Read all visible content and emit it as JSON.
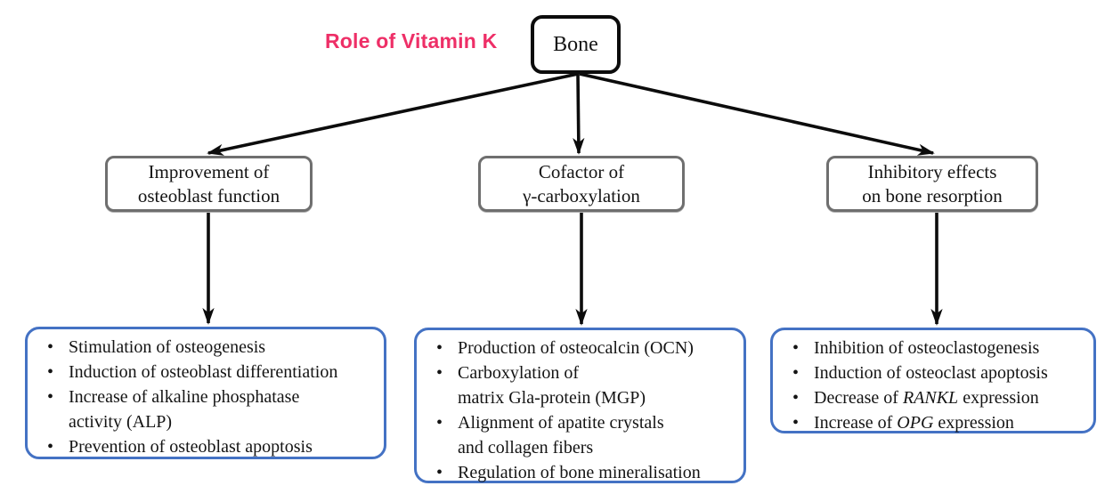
{
  "colors": {
    "title_pink": "#ee2f67",
    "node_border_gray": "#6f6f6f",
    "detail_border_blue": "#4472c4",
    "arrow_black": "#0c0c0c"
  },
  "title": "Role of Vitamin K",
  "root": {
    "label": "Bone"
  },
  "branches": [
    {
      "node_label": "Improvement of\nosteoblast function",
      "details": [
        "Stimulation of osteogenesis",
        "Induction of osteoblast differentiation",
        "Increase of alkaline phosphatase\nactivity (ALP)",
        "Prevention of osteoblast apoptosis"
      ]
    },
    {
      "node_label": "Cofactor of\nγ-carboxylation",
      "details": [
        "Production of osteocalcin (OCN)",
        "Carboxylation of\nmatrix Gla-protein (MGP)",
        "Alignment of apatite crystals\nand collagen fibers",
        "Regulation of bone mineralisation"
      ]
    },
    {
      "node_label": "Inhibitory effects\non bone resorption",
      "details": [
        "Inhibition of osteoclastogenesis",
        "Induction of osteoclast apoptosis",
        "Decrease of *RANKL* expression",
        "Increase of *OPG* expression"
      ]
    }
  ]
}
